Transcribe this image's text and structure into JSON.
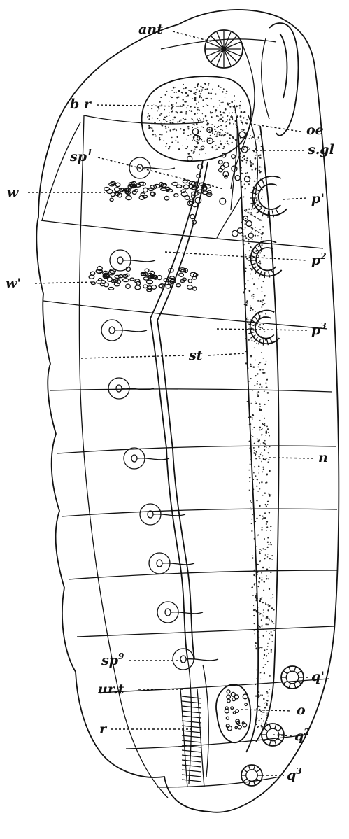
{
  "labels": {
    "ant": "ant",
    "br": "b r",
    "oe": "oe",
    "sp1": "sp",
    "sp1_sup": "1",
    "sgl": "s.gl",
    "w": "w",
    "p1": "p'",
    "p2": "p",
    "p2_sup": "2",
    "w1": "w'",
    "p3": "p",
    "p3_sup": "3",
    "st": "st",
    "n": "n",
    "q1": "q'",
    "sp9": "sp",
    "sp9_sup": "9",
    "urt": "ur.t",
    "o": "o",
    "r": "r",
    "q2": "q",
    "q2_sup": "2",
    "q3": "q",
    "q3_sup": "3"
  }
}
